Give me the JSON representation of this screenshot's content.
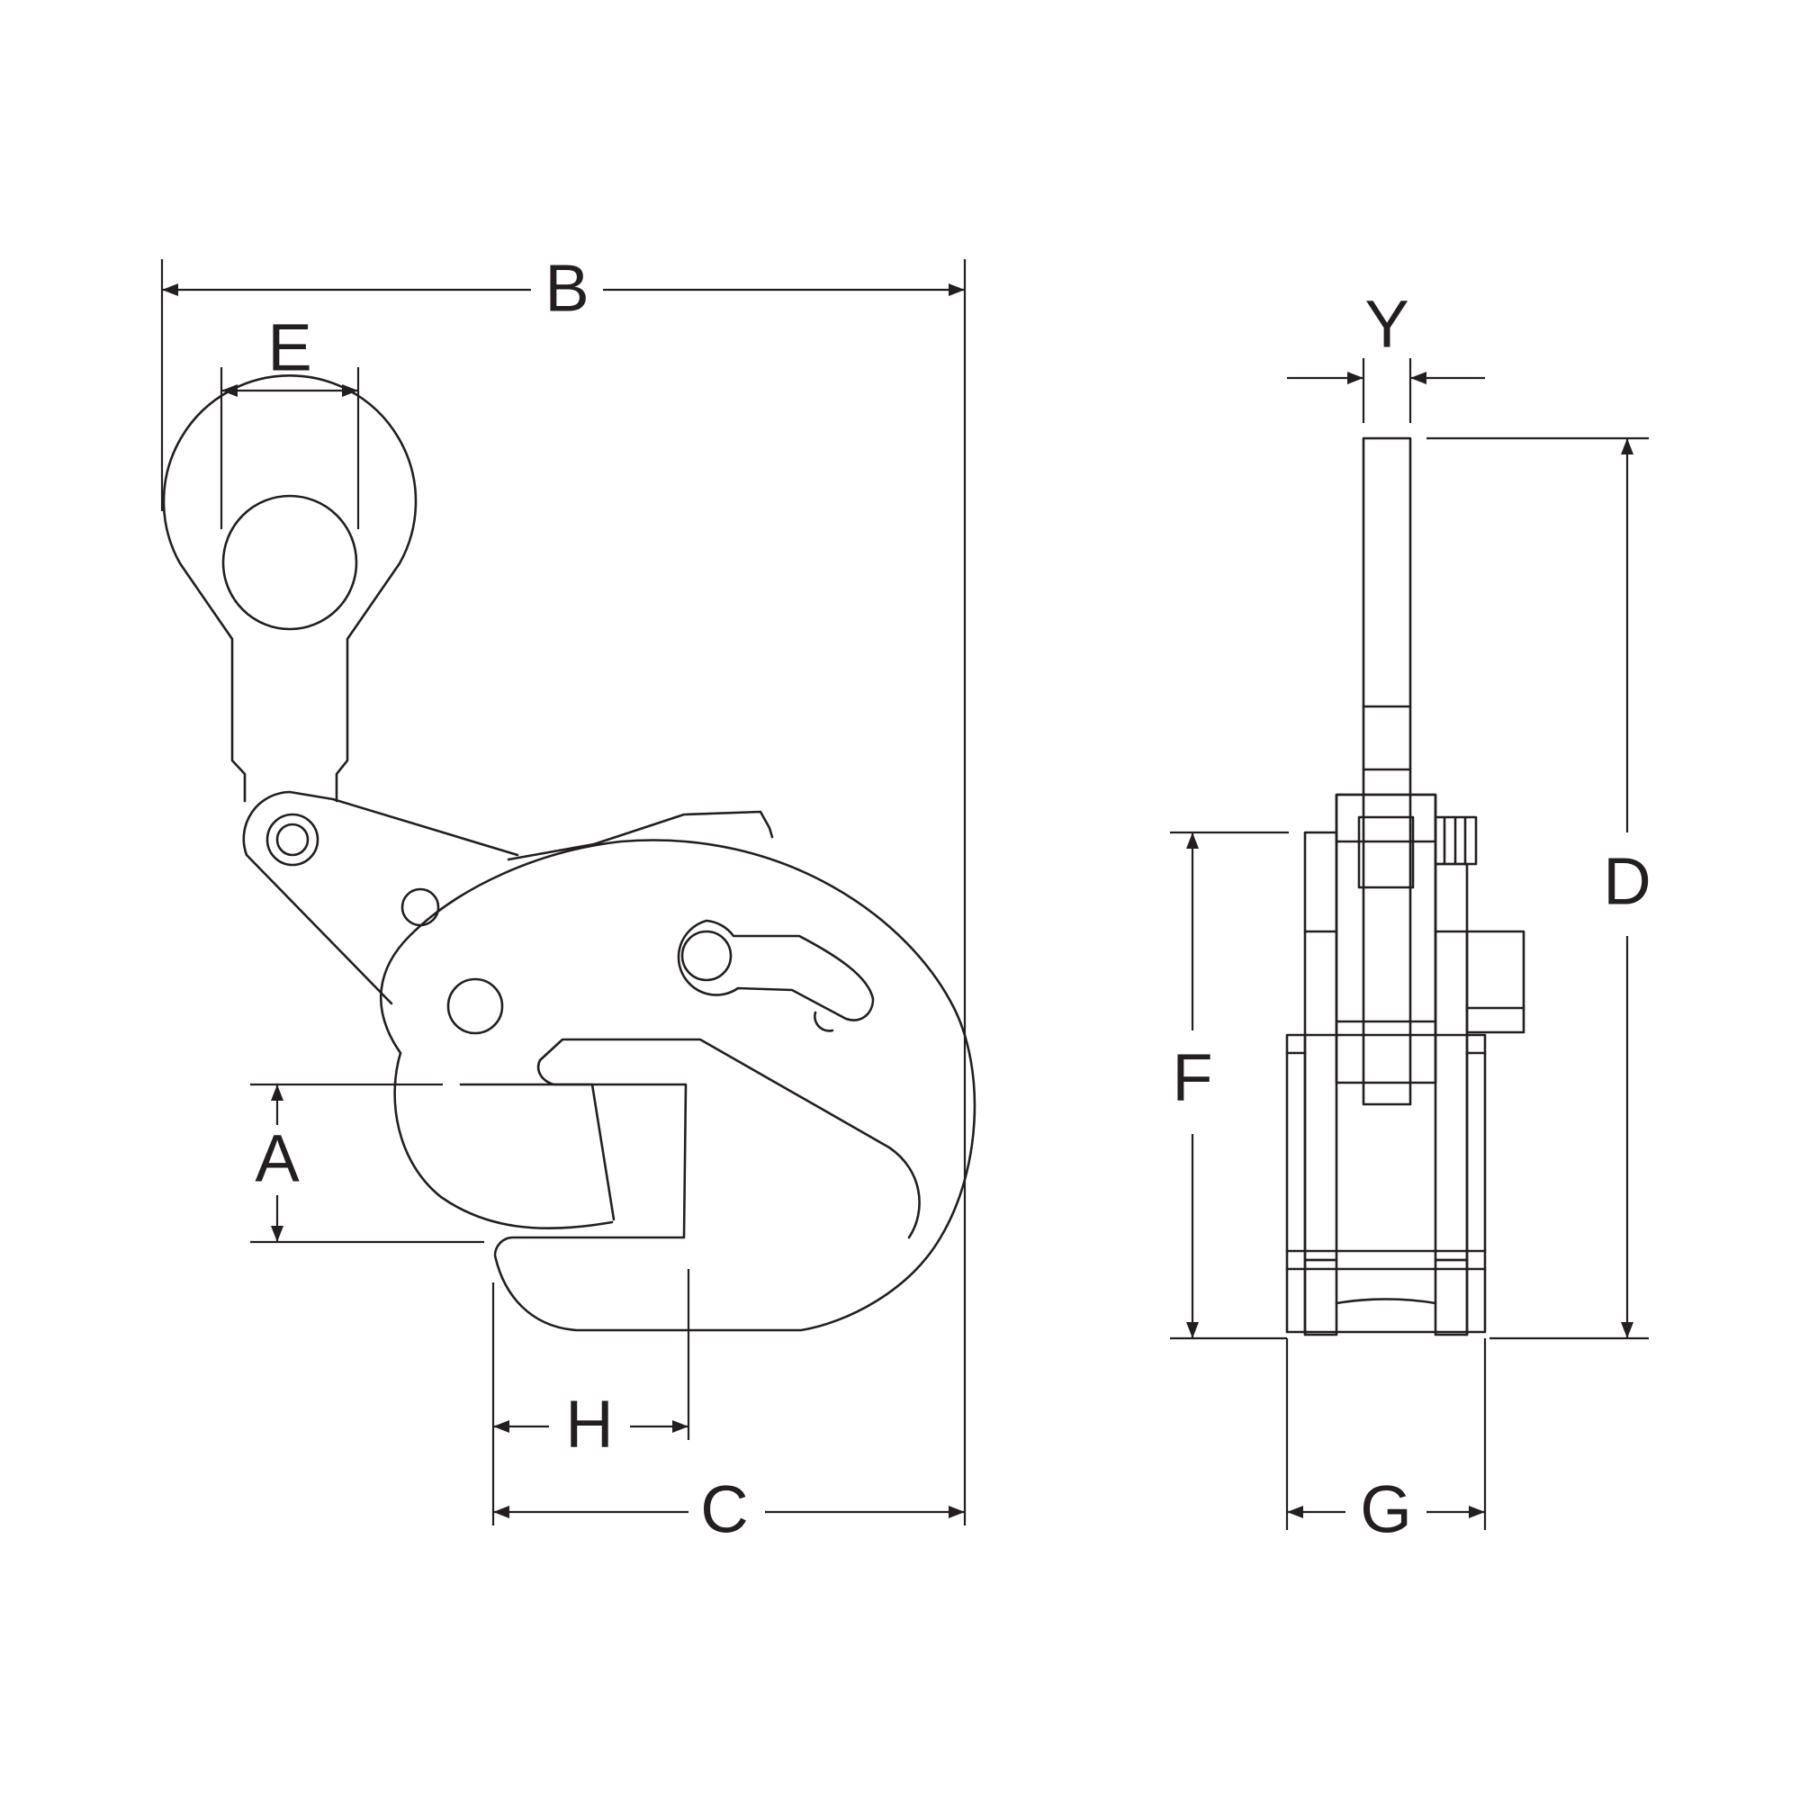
{
  "dimensions": {
    "a": "A",
    "b": "B",
    "c": "C",
    "d": "D",
    "e": "E",
    "f": "F",
    "g": "G",
    "h": "H",
    "y": "Y"
  },
  "colors": {
    "line": "#231f20",
    "background": "#ffffff"
  }
}
